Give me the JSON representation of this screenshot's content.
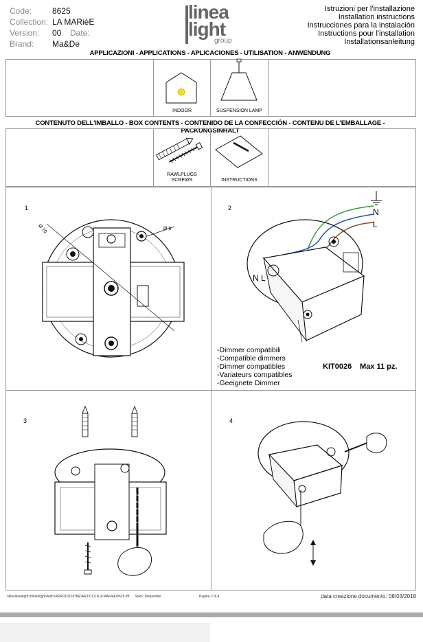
{
  "header": {
    "code_label": "Code:",
    "code_value": "8625",
    "collection_label": "Collection:",
    "collection_value": "LA MARiéE",
    "version_label": "Version:",
    "version_value": "00",
    "date_label": "Date:",
    "date_value": "",
    "brand_label": "Brand:",
    "brand_value": "Ma&De",
    "logo": {
      "line1": "linea",
      "line2": "light",
      "line3": "group"
    },
    "instructions": [
      "Istruzioni per l'installazione",
      "Installation instructions",
      "Instrucciones para la instalación",
      "Instructions pour l'installation",
      "Installationsanleitung"
    ]
  },
  "applications": {
    "title": "APPLICAZIONI - APPLICATIONS - APLICACIONES - UTILISATION - ANWENDUNG",
    "items": [
      {
        "label": "INDOOR",
        "icon": "indoor-house-icon"
      },
      {
        "label": "SUSPENSION LAMP",
        "icon": "suspension-lamp-icon"
      }
    ]
  },
  "box_contents": {
    "title": "CONTENUTO DELL'IMBALLO - BOX CONTENTS - CONTENIDO DE LA CONFECCIÓN - CONTENU DE L'EMBALLAGE - PACKUNGSINHALT",
    "items": [
      {
        "label_1": "RAWLPLUGS",
        "label_2": "SCREWS",
        "icon": "rawlplugs-screws-icon"
      },
      {
        "label_1": "INSTRUCTIONS",
        "label_2": "",
        "icon": "instructions-booklet-icon"
      }
    ]
  },
  "steps": {
    "s1": {
      "number": "1",
      "dim_a": "Ø 70",
      "dim_b": "Ø 5"
    },
    "s2": {
      "number": "2",
      "wire_labels": [
        "N",
        "L"
      ],
      "terminal_labels": [
        "N",
        "L"
      ],
      "dimmer_notes": [
        "-Dimmer compatibili",
        "-Compatible dimmers",
        "-Dimmer compatibles",
        "-Variateurs compatibles",
        "-Geeignete Dimmer"
      ],
      "kit": "KIT0026",
      "max": "Max 11 pz."
    },
    "s3": {
      "number": "3"
    },
    "s4": {
      "number": "4"
    }
  },
  "footer": {
    "path": "\\\\fileslinealight.it\\lineelight\\Articoli\\PRODUZIONE\\ARTICOLI\\LA MARiéE\\8625.dft",
    "status": "Stato: Disponibile",
    "page": "Pagina 2 di 4",
    "created": "data creazione documento: 08/03/2018"
  },
  "colors": {
    "wire_green": "#3a9a3a",
    "wire_blue": "#2a4fc4",
    "wire_brown": "#8b4a1e",
    "indoor_dot": "#f2e500"
  }
}
